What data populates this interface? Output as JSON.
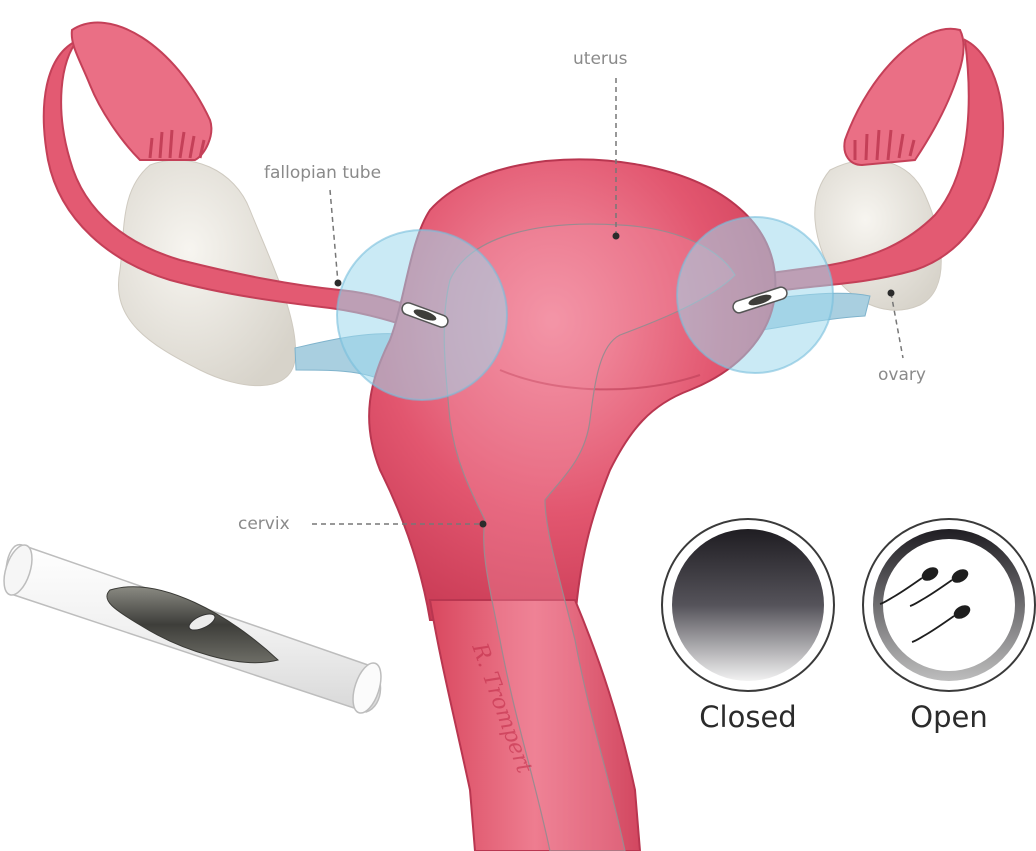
{
  "labels": {
    "uterus": "uterus",
    "fallopian_tube": "fallopian tube",
    "ovary": "ovary",
    "cervix": "cervix"
  },
  "valve_states": {
    "closed": "Closed",
    "open": "Open"
  },
  "artist_signature": "R. Trompert",
  "colors": {
    "tissue": "#e2566f",
    "tissue_light": "#f08a9b",
    "tissue_dark": "#c93b55",
    "ovary": "#e6e3dc",
    "highlight": "#9fd8ec",
    "leader_line": "#777777",
    "device_metal": "#5a5a55"
  }
}
